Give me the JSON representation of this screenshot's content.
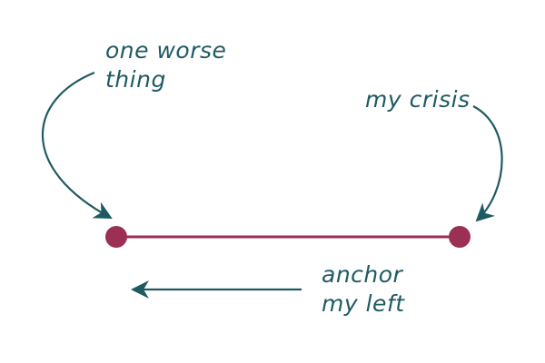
{
  "colors": {
    "ink": "#1f5a63",
    "segment": "#9b2f54",
    "background": "#ffffff"
  },
  "labels": {
    "left_marker": "one worse\nthing",
    "right_marker": "my crisis",
    "direction": "anchor\nmy left"
  },
  "markers": [
    {
      "role": "left-endpoint",
      "label_key": "left_marker"
    },
    {
      "role": "right-endpoint",
      "label_key": "right_marker"
    }
  ],
  "direction_arrow": {
    "points": "left",
    "label_key": "direction"
  }
}
